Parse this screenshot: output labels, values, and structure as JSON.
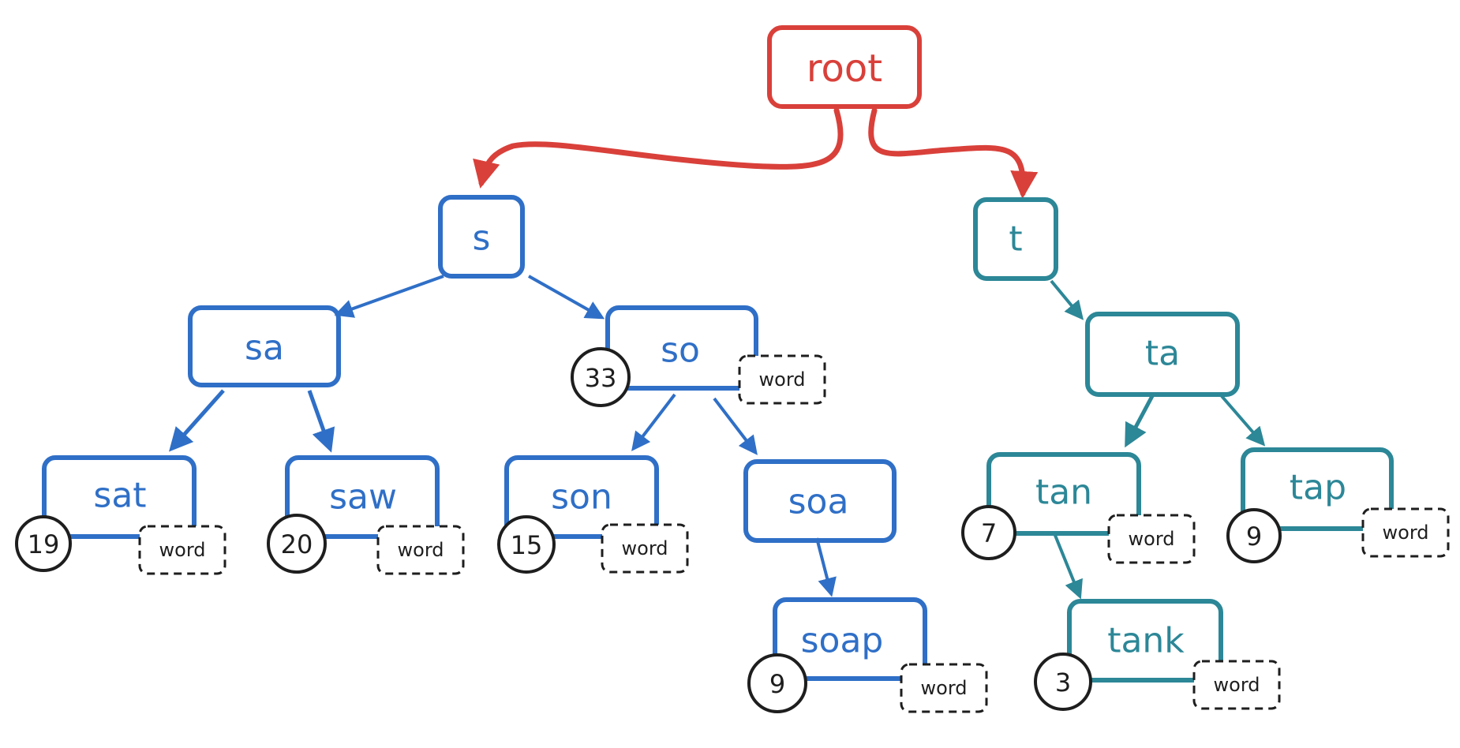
{
  "colors": {
    "root": "#d9403a",
    "s_branch": "#2f6fc7",
    "t_branch": "#2c8797",
    "marker": "#1e1e1e"
  },
  "nodes": {
    "root": {
      "label": "root"
    },
    "s": {
      "label": "s"
    },
    "t": {
      "label": "t"
    },
    "sa": {
      "label": "sa"
    },
    "so": {
      "label": "so",
      "count": "33",
      "flag": "word"
    },
    "sat": {
      "label": "sat",
      "count": "19",
      "flag": "word"
    },
    "saw": {
      "label": "saw",
      "count": "20",
      "flag": "word"
    },
    "son": {
      "label": "son",
      "count": "15",
      "flag": "word"
    },
    "soa": {
      "label": "soa"
    },
    "soap": {
      "label": "soap",
      "count": "9",
      "flag": "word"
    },
    "ta": {
      "label": "ta"
    },
    "tan": {
      "label": "tan",
      "count": "7",
      "flag": "word"
    },
    "tap": {
      "label": "tap",
      "count": "9",
      "flag": "word"
    },
    "tank": {
      "label": "tank",
      "count": "3",
      "flag": "word"
    }
  },
  "edges": [
    {
      "from": "root",
      "to": "s"
    },
    {
      "from": "root",
      "to": "t"
    },
    {
      "from": "s",
      "to": "sa"
    },
    {
      "from": "s",
      "to": "so"
    },
    {
      "from": "sa",
      "to": "sat"
    },
    {
      "from": "sa",
      "to": "saw"
    },
    {
      "from": "so",
      "to": "son"
    },
    {
      "from": "so",
      "to": "soa"
    },
    {
      "from": "soa",
      "to": "soap"
    },
    {
      "from": "t",
      "to": "ta"
    },
    {
      "from": "ta",
      "to": "tan"
    },
    {
      "from": "ta",
      "to": "tap"
    },
    {
      "from": "tan",
      "to": "tank"
    }
  ]
}
